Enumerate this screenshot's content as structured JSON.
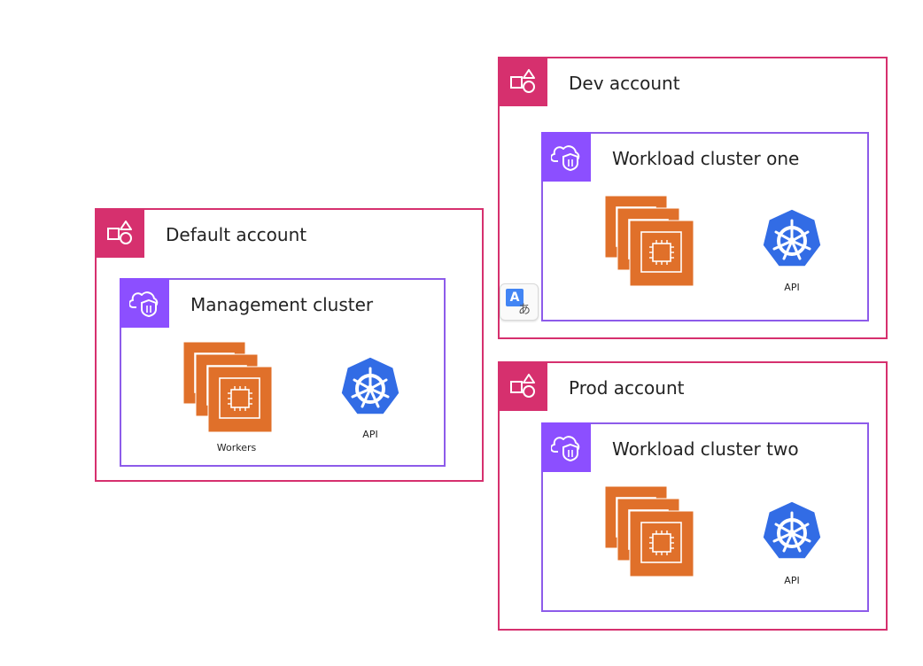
{
  "accounts": {
    "default": {
      "title": "Default account"
    },
    "dev": {
      "title": "Dev account"
    },
    "prod": {
      "title": "Prod account"
    }
  },
  "clusters": {
    "management": {
      "title": "Management cluster",
      "workers_label": "Workers",
      "api_label": "API"
    },
    "workload_one": {
      "title": "Workload cluster one",
      "api_label": "API"
    },
    "workload_two": {
      "title": "Workload cluster two",
      "api_label": "API"
    }
  },
  "translate": {
    "icon_glyph_latin": "A",
    "icon_glyph_kana": "あ"
  },
  "colors": {
    "account_border": "#d6306e",
    "cluster_border": "#8d5bea",
    "ec2": "#e0702a",
    "k8s": "#326ce5"
  },
  "icons": [
    "account-icon",
    "cluster-icon",
    "ec2-instances-icon",
    "kubernetes-icon",
    "translate-icon"
  ]
}
